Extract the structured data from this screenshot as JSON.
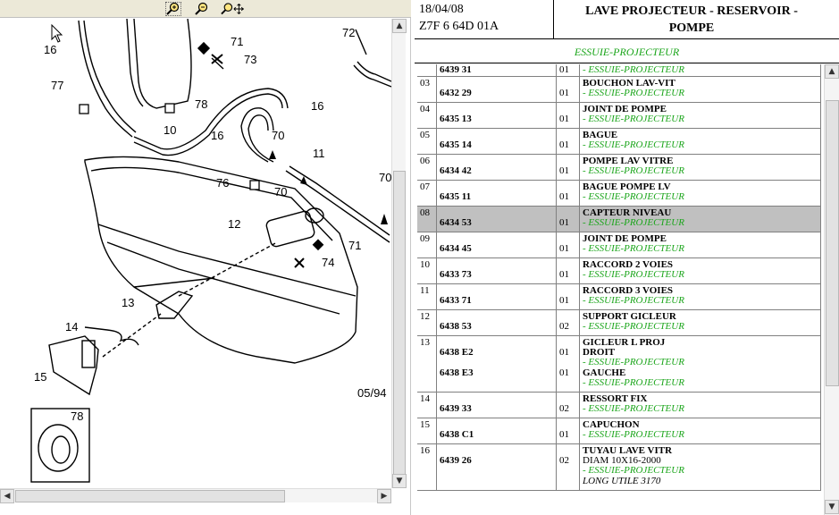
{
  "toolbar": {
    "icons": [
      "zoom-in-icon",
      "zoom-out-icon",
      "zoom-pan-icon"
    ]
  },
  "diagram": {
    "callouts": [
      "71",
      "73",
      "72",
      "16",
      "77",
      "78",
      "10",
      "16",
      "70",
      "11",
      "16",
      "76",
      "70",
      "12",
      "71",
      "74",
      "13",
      "14",
      "15",
      "05/94",
      "78",
      "70"
    ]
  },
  "header": {
    "date": "18/04/08",
    "code": "Z7F 6 64D 01A",
    "title_line1": "LAVE PROJECTEUR - RESERVOIR -",
    "title_line2": "POMPE"
  },
  "section_title": "ESSUIE-PROJECTEUR",
  "rows": [
    {
      "num": "",
      "ref": "6439 31",
      "qty": "01",
      "lines": [
        {
          "t": "- ESSUIE-PROJECTEUR",
          "s": "green"
        }
      ]
    },
    {
      "num": "03",
      "ref": "6432 29",
      "qty": "01",
      "lines": [
        {
          "t": "BOUCHON LAV-VIT",
          "s": "bold"
        },
        {
          "t": "- ESSUIE-PROJECTEUR",
          "s": "green"
        }
      ]
    },
    {
      "num": "04",
      "ref": "6435 13",
      "qty": "01",
      "lines": [
        {
          "t": "JOINT DE POMPE",
          "s": "bold"
        },
        {
          "t": "- ESSUIE-PROJECTEUR",
          "s": "green"
        }
      ]
    },
    {
      "num": "05",
      "ref": "6435 14",
      "qty": "01",
      "lines": [
        {
          "t": "BAGUE",
          "s": "bold"
        },
        {
          "t": "- ESSUIE-PROJECTEUR",
          "s": "green"
        }
      ]
    },
    {
      "num": "06",
      "ref": "6434 42",
      "qty": "01",
      "lines": [
        {
          "t": "POMPE LAV VITRE",
          "s": "bold"
        },
        {
          "t": "- ESSUIE-PROJECTEUR",
          "s": "green"
        }
      ]
    },
    {
      "num": "07",
      "ref": "6435 11",
      "qty": "01",
      "lines": [
        {
          "t": "BAGUE POMPE LV",
          "s": "bold"
        },
        {
          "t": "- ESSUIE-PROJECTEUR",
          "s": "green"
        }
      ]
    },
    {
      "num": "08",
      "ref": "6434 53",
      "qty": "01",
      "selected": true,
      "lines": [
        {
          "t": "CAPTEUR NIVEAU",
          "s": "bold"
        },
        {
          "t": "- ESSUIE-PROJECTEUR",
          "s": "green"
        }
      ]
    },
    {
      "num": "09",
      "ref": "6434 45",
      "qty": "01",
      "lines": [
        {
          "t": "JOINT DE POMPE",
          "s": "bold"
        },
        {
          "t": "- ESSUIE-PROJECTEUR",
          "s": "green"
        }
      ]
    },
    {
      "num": "10",
      "ref": "6433 73",
      "qty": "01",
      "lines": [
        {
          "t": "RACCORD 2 VOIES",
          "s": "bold"
        },
        {
          "t": "- ESSUIE-PROJECTEUR",
          "s": "green"
        }
      ]
    },
    {
      "num": "11",
      "ref": "6433 71",
      "qty": "01",
      "lines": [
        {
          "t": "RACCORD 3 VOIES",
          "s": "bold"
        },
        {
          "t": "- ESSUIE-PROJECTEUR",
          "s": "green"
        }
      ]
    },
    {
      "num": "12",
      "ref": "6438 53",
      "qty": "02",
      "lines": [
        {
          "t": "SUPPORT GICLEUR",
          "s": "bold"
        },
        {
          "t": "- ESSUIE-PROJECTEUR",
          "s": "green"
        }
      ]
    },
    {
      "num": "13",
      "ref": "6438 E2",
      "qty": "01",
      "ref2": "6438 E3",
      "qty2": "01",
      "lines": [
        {
          "t": "GICLEUR L PROJ",
          "s": "bold"
        },
        {
          "t": "DROIT",
          "s": "bold"
        },
        {
          "t": "- ESSUIE-PROJECTEUR",
          "s": "green"
        },
        {
          "t": "GAUCHE",
          "s": "bold"
        },
        {
          "t": "- ESSUIE-PROJECTEUR",
          "s": "green"
        }
      ]
    },
    {
      "num": "14",
      "ref": "6439 33",
      "qty": "02",
      "lines": [
        {
          "t": "RESSORT FIX",
          "s": "bold"
        },
        {
          "t": "- ESSUIE-PROJECTEUR",
          "s": "green"
        }
      ]
    },
    {
      "num": "15",
      "ref": "6438 C1",
      "qty": "01",
      "lines": [
        {
          "t": "CAPUCHON",
          "s": "bold"
        },
        {
          "t": "- ESSUIE-PROJECTEUR",
          "s": "green"
        }
      ]
    },
    {
      "num": "16",
      "ref": "6439 26",
      "qty": "02",
      "lines": [
        {
          "t": "TUYAU LAVE VITR",
          "s": "bold"
        },
        {
          "t": "DIAM 10X16-2000",
          "s": "plain"
        },
        {
          "t": "- ESSUIE-PROJECTEUR",
          "s": "green"
        },
        {
          "t": "LONG UTILE 3170",
          "s": "italic"
        }
      ]
    }
  ]
}
